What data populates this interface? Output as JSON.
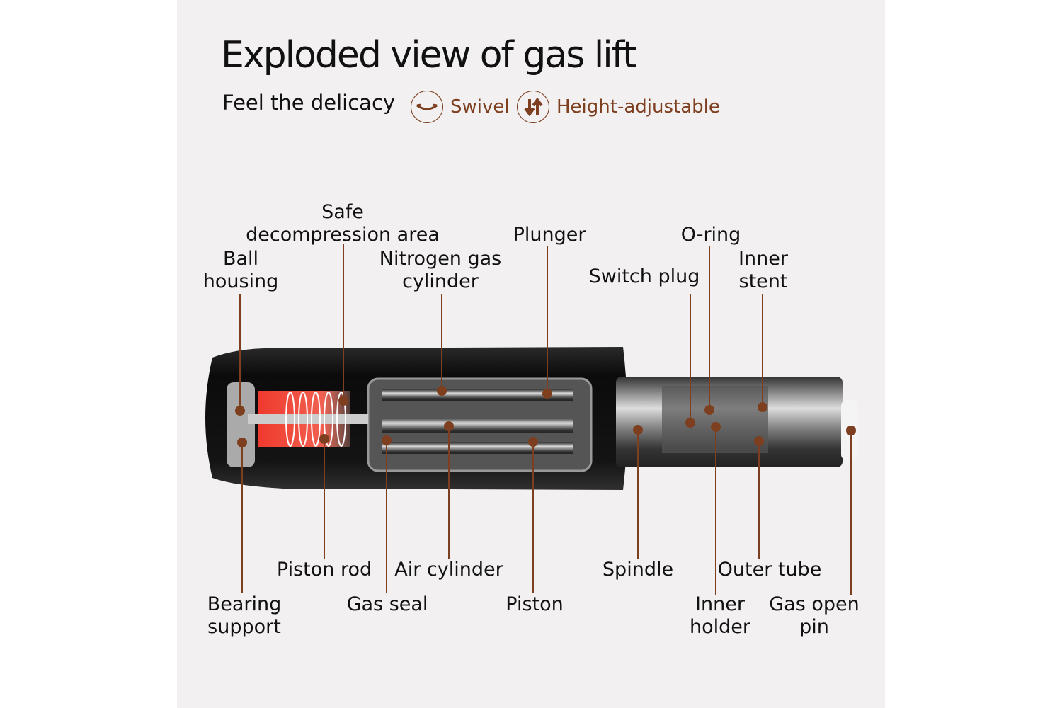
{
  "header": {
    "title": "Exploded view of gas lift",
    "subtitle": "Feel the delicacy",
    "features": [
      {
        "label": "Swivel",
        "icon": "swivel-arrows-icon"
      },
      {
        "label": "Height-adjustable",
        "icon": "up-down-arrows-icon"
      }
    ]
  },
  "colors": {
    "accent": "#7d3f1f",
    "background": "#f2f0f0"
  },
  "labels": {
    "ball_housing": "Ball\nhousing",
    "safe_decompression": "Safe\ndecompression area",
    "nitrogen": "Nitrogen gas\ncylinder",
    "plunger": "Plunger",
    "switch_plug": "Switch plug",
    "o_ring": "O-ring",
    "inner_stent": "Inner\nstent",
    "bearing_support": "Bearing\nsupport",
    "piston_rod": "Piston rod",
    "gas_seal": "Gas seal",
    "air_cylinder": "Air cylinder",
    "piston": "Piston",
    "spindle": "Spindle",
    "inner_holder": "Inner\nholder",
    "outer_tube": "Outer tube",
    "gas_open_pin": "Gas open\npin"
  }
}
